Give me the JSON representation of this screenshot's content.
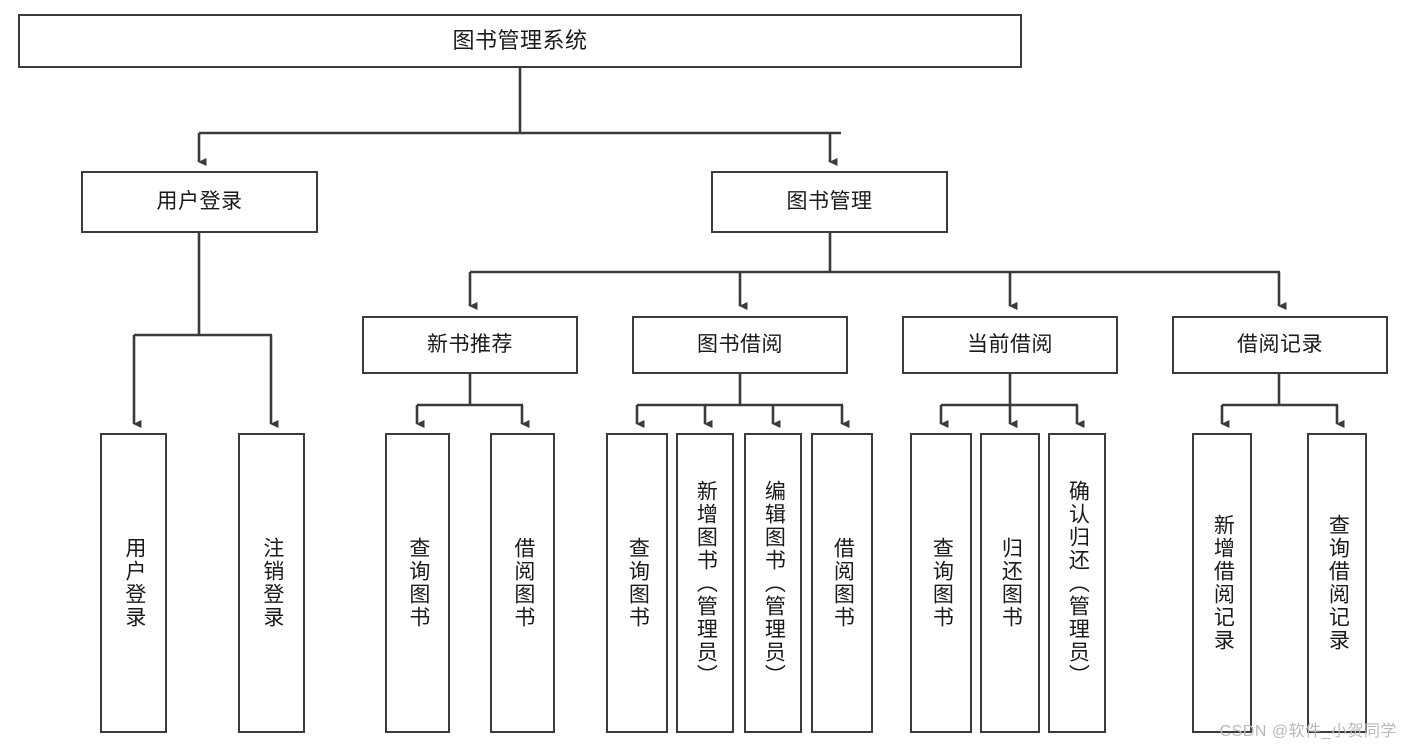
{
  "diagram": {
    "title": "图书管理系统",
    "type": "tree-hierarchy",
    "root": {
      "id": "root",
      "label": "图书管理系统"
    },
    "level2": [
      {
        "id": "user-login",
        "label": "用户登录"
      },
      {
        "id": "book-manage",
        "label": "图书管理"
      }
    ],
    "level3": [
      {
        "id": "new-book-rec",
        "label": "新书推荐",
        "parent": "book-manage"
      },
      {
        "id": "book-borrow",
        "label": "图书借阅",
        "parent": "book-manage"
      },
      {
        "id": "current-borrow",
        "label": "当前借阅",
        "parent": "book-manage"
      },
      {
        "id": "borrow-record",
        "label": "借阅记录",
        "parent": "book-manage"
      }
    ],
    "leaves": [
      {
        "id": "leaf-user-login",
        "label": "用户登录",
        "parent": "user-login"
      },
      {
        "id": "leaf-logout-login",
        "label": "注销登录",
        "parent": "user-login"
      },
      {
        "id": "leaf-query-book-1",
        "label": "查询图书",
        "parent": "new-book-rec"
      },
      {
        "id": "leaf-borrow-book-1",
        "label": "借阅图书",
        "parent": "new-book-rec"
      },
      {
        "id": "leaf-query-book-2",
        "label": "查询图书",
        "parent": "book-borrow"
      },
      {
        "id": "leaf-add-book",
        "label": "新增图书（管理员）",
        "parent": "book-borrow"
      },
      {
        "id": "leaf-edit-book",
        "label": "编辑图书（管理员）",
        "parent": "book-borrow"
      },
      {
        "id": "leaf-borrow-book-2",
        "label": "借阅图书",
        "parent": "book-borrow"
      },
      {
        "id": "leaf-query-book-3",
        "label": "查询图书",
        "parent": "current-borrow"
      },
      {
        "id": "leaf-return-book",
        "label": "归还图书",
        "parent": "current-borrow"
      },
      {
        "id": "leaf-confirm-return",
        "label": "确认归还（管理员）",
        "parent": "current-borrow"
      },
      {
        "id": "leaf-add-record",
        "label": "新增借阅记录",
        "parent": "borrow-record"
      },
      {
        "id": "leaf-query-record",
        "label": "查询借阅记录",
        "parent": "borrow-record"
      }
    ],
    "colors": {
      "border": "#3b3b3b",
      "background": "#ffffff",
      "text": "#1a1a1a",
      "watermark": "#b9b9b9"
    }
  },
  "watermark": {
    "text": "CSDN @软件_小贺同学"
  }
}
